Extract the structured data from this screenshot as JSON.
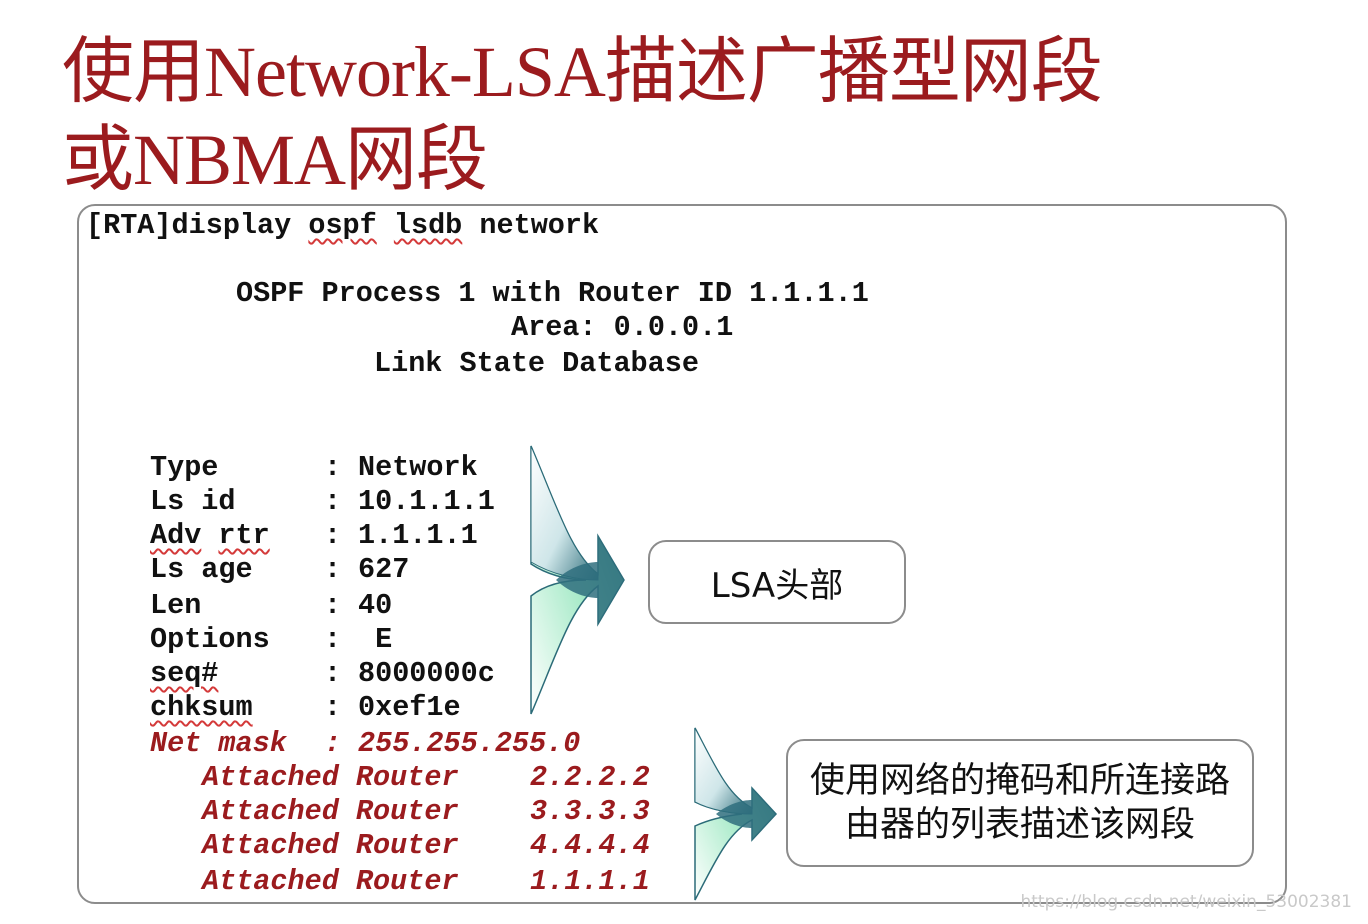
{
  "title": {
    "line1": "使用Network-LSA描述广播型网段",
    "line2": "或NBMA网段"
  },
  "console": {
    "command_prompt": "[RTA]display ",
    "command_ospf": "ospf",
    "command_lsdb": "lsdb",
    "command_rest": " network",
    "process_line": "OSPF Process 1 with Router ID 1.1.1.1",
    "area_line": "Area: 0.0.0.1",
    "lsdb_line": "Link State Database",
    "fields": [
      {
        "label": "Type",
        "value": "Network"
      },
      {
        "label": "Ls id",
        "value": "10.1.1.1"
      },
      {
        "label_a": "Adv",
        "label_b": "rtr",
        "value": "1.1.1.1"
      },
      {
        "label": "Ls age",
        "value": "627"
      },
      {
        "label": "Len",
        "value": "40"
      },
      {
        "label": "Options",
        "value": " E"
      },
      {
        "label": "seq#",
        "value": "8000000c"
      },
      {
        "label": "chksum",
        "value": "0xef1e"
      }
    ],
    "netmask": {
      "label": "Net mask",
      "value": "255.255.255.0"
    },
    "attached": [
      {
        "label": "Attached Router",
        "value": "2.2.2.2"
      },
      {
        "label": "Attached Router",
        "value": "3.3.3.3"
      },
      {
        "label": "Attached Router",
        "value": "4.4.4.4"
      },
      {
        "label": "Attached Router",
        "value": "1.1.1.1"
      }
    ]
  },
  "callouts": {
    "header": "LSA头部",
    "body_line1": "使用网络的掩码和所连接路",
    "body_line2": "由器的列表描述该网段"
  },
  "watermark": "https://blog.csdn.net/weixin_53002381",
  "colors": {
    "title": "#9b1b1e",
    "emphasis_text": "#9b1b1e",
    "border": "#8c8c8c",
    "arrow_dark": "#2b6b78",
    "arrow_light": "#5fd6a4"
  }
}
